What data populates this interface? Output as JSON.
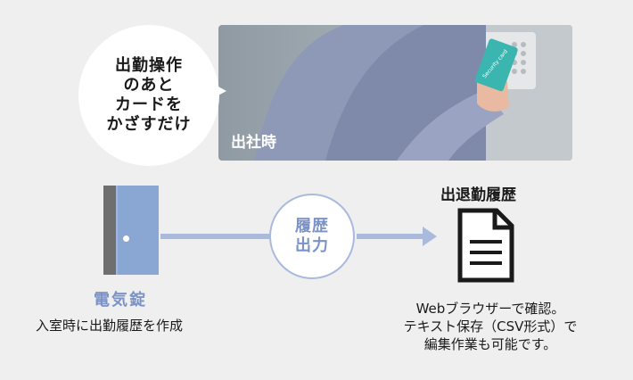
{
  "bubble": {
    "lines": [
      "出勤操作",
      "のあと",
      "カードを",
      "かざすだけ"
    ]
  },
  "photo": {
    "label": "出社時",
    "card_text": "Security card"
  },
  "door": {
    "label": "電気錠",
    "description": "入室時に出勤履歴を作成"
  },
  "connector": {
    "lines": [
      "履歴",
      "出力"
    ]
  },
  "document": {
    "title": "出退勤履歴",
    "description_lines": [
      "Webブラウザーで確認。",
      "テキスト保存（CSV形式）で",
      "編集作業も可能です。"
    ]
  },
  "colors": {
    "accent_blue": "#7b93c6",
    "line_blue": "#aabadc",
    "door_blue": "#8aa6d3",
    "background": "#efefef"
  }
}
